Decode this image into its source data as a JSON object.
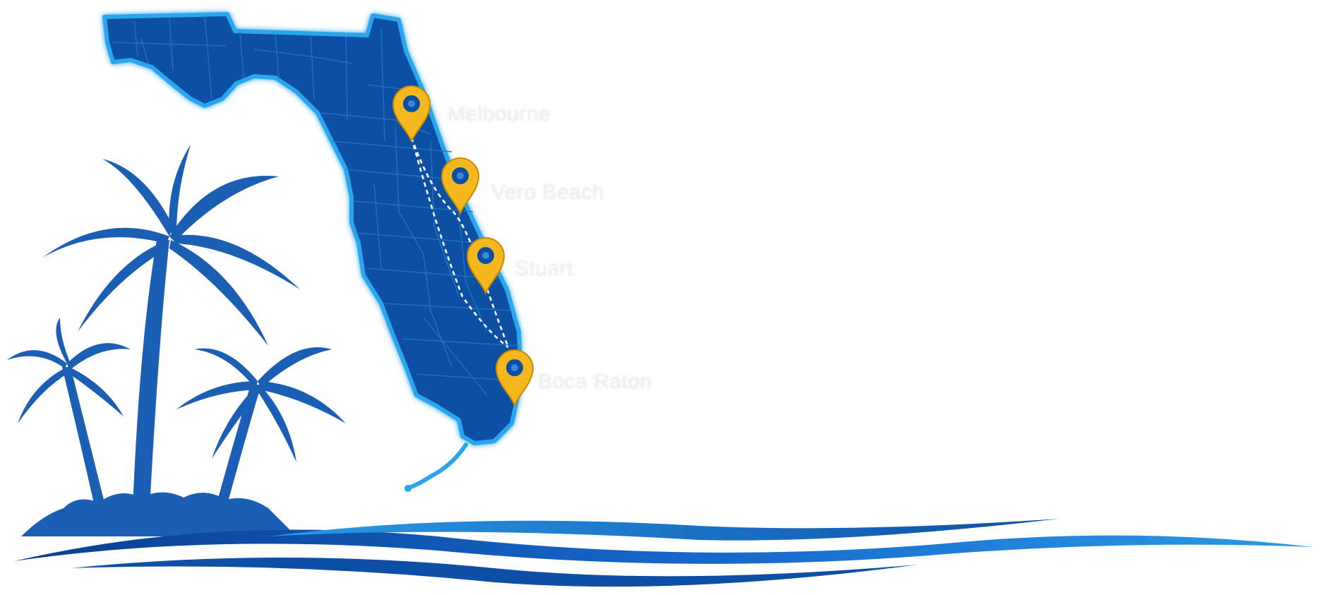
{
  "colors": {
    "background": "#ffffff",
    "state_fill": "#0b4fa3",
    "state_outline": "#2aa6ef",
    "county_lines": "#1e73c9",
    "pin": "#f5b81e",
    "pin_outline": "#c98a00",
    "pin_dot": "#0b4fa3",
    "route": "#ffffff",
    "label_text": "#eef1f4",
    "palm": "#1b5fb5",
    "wave_dark": "#0d4ea6",
    "wave_light": "#2b9be6"
  },
  "map": {
    "state": "Florida",
    "cities": [
      {
        "name": "Melbourne",
        "icon": "map-pin-icon"
      },
      {
        "name": "Vero Beach",
        "icon": "map-pin-icon"
      },
      {
        "name": "Stuart",
        "icon": "map-pin-icon"
      },
      {
        "name": "Boca Raton",
        "icon": "map-pin-icon"
      }
    ],
    "route_style": "dashed"
  },
  "decor": {
    "palms": "palm-tree-icon",
    "waves": "ocean-wave-icon"
  }
}
